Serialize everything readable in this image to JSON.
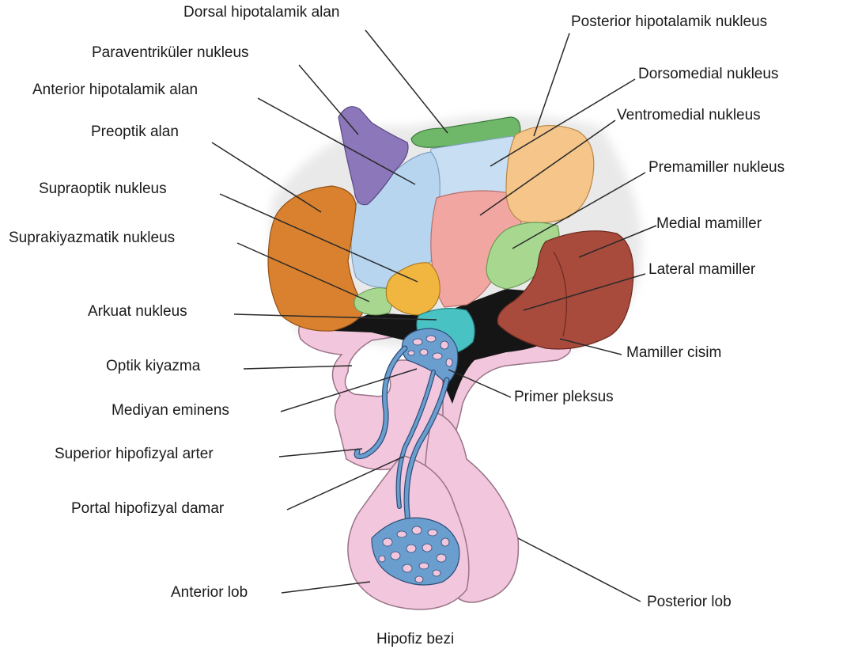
{
  "labels": {
    "dorsal_hipotalamik_alan": "Dorsal hipotalamik alan",
    "posterior_hipotalamik_nukleus": "Posterior hipotalamik nukleus",
    "paraventrikuler_nukleus": "Paraventriküler nukleus",
    "dorsomedial_nukleus": "Dorsomedial nukleus",
    "anterior_hipotalamik_alan": "Anterior hipotalamik alan",
    "ventromedial_nukleus": "Ventromedial nukleus",
    "preoptik_alan": "Preoptik alan",
    "premamiller_nukleus": "Premamiller nukleus",
    "supraoptik_nukleus": "Supraoptik nukleus",
    "medial_mamiller": "Medial mamiller",
    "suprakiyazmatik_nukleus": "Suprakiyazmatik nukleus",
    "lateral_mamiller": "Lateral mamiller",
    "arkuat_nukleus": "Arkuat nukleus",
    "mamiller_cisim": "Mamiller cisim",
    "optik_kiyazma": "Optik kiyazma",
    "primer_pleksus": "Primer pleksus",
    "mediyan_eminens": "Mediyan eminens",
    "superior_hipofizyal_arter": "Superior hipofizyal arter",
    "portal_hipofizyal_damar": "Portal hipofizyal damar",
    "anterior_lob": "Anterior lob",
    "posterior_lob": "Posterior lob",
    "hipofiz_bezi": "Hipofiz bezi"
  },
  "colors": {
    "pink_tissue": "#f2c6dc",
    "pink_outline": "#9a7488",
    "orange_preoptic": "#d9812e",
    "purple_paraventricular": "#8b77b9",
    "green_dorsal": "#6fb86a",
    "lightblue_anterior": "#b8d5f0",
    "salmon_ventromedial": "#f1a6a1",
    "tan_dorsomedial": "#f5c58a",
    "green_premamillary": "#a8d890",
    "brown_mamillary": "#a84a3c",
    "teal_arcuate": "#48c2c2",
    "yellow_suprachiasmatic": "#f0b640",
    "black_recess": "#151515",
    "blue_vessel": "#6a9ecf"
  }
}
